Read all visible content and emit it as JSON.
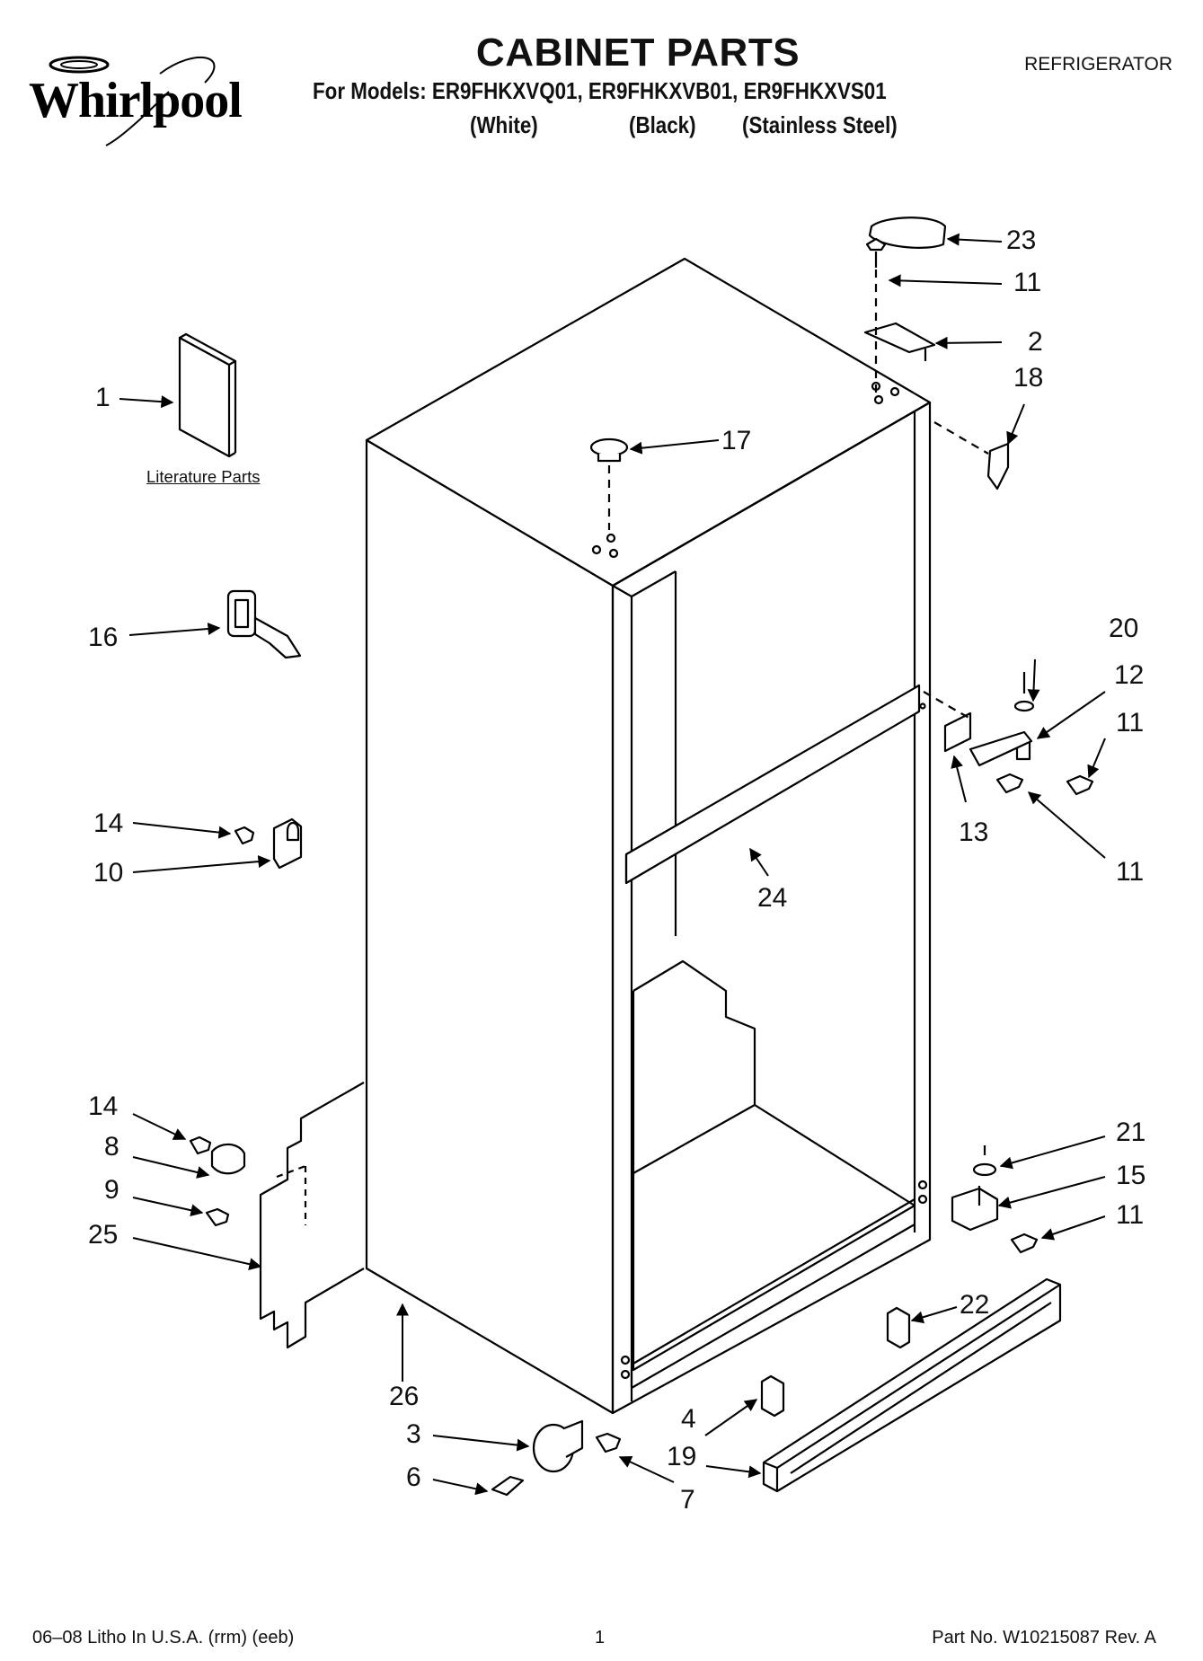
{
  "header": {
    "brand": "Whirlpool",
    "title": "CABINET PARTS",
    "category": "REFRIGERATOR",
    "models_line": "For Models: ER9FHKXVQ01, ER9FHKXVB01, ER9FHKXVS01",
    "variants": [
      "(White)",
      "(Black)",
      "(Stainless Steel)"
    ]
  },
  "literature_label": "Literature Parts",
  "callouts": [
    {
      "id": "c1",
      "label": "1"
    },
    {
      "id": "c2",
      "label": "2"
    },
    {
      "id": "c3",
      "label": "3"
    },
    {
      "id": "c4",
      "label": "4"
    },
    {
      "id": "c6",
      "label": "6"
    },
    {
      "id": "c7",
      "label": "7"
    },
    {
      "id": "c8",
      "label": "8"
    },
    {
      "id": "c9",
      "label": "9"
    },
    {
      "id": "c10",
      "label": "10"
    },
    {
      "id": "c11a",
      "label": "11"
    },
    {
      "id": "c11b",
      "label": "11"
    },
    {
      "id": "c11c",
      "label": "11"
    },
    {
      "id": "c11d",
      "label": "11"
    },
    {
      "id": "c12",
      "label": "12"
    },
    {
      "id": "c13",
      "label": "13"
    },
    {
      "id": "c14a",
      "label": "14"
    },
    {
      "id": "c14b",
      "label": "14"
    },
    {
      "id": "c15",
      "label": "15"
    },
    {
      "id": "c16",
      "label": "16"
    },
    {
      "id": "c17",
      "label": "17"
    },
    {
      "id": "c18",
      "label": "18"
    },
    {
      "id": "c19",
      "label": "19"
    },
    {
      "id": "c20",
      "label": "20"
    },
    {
      "id": "c21",
      "label": "21"
    },
    {
      "id": "c22",
      "label": "22"
    },
    {
      "id": "c23",
      "label": "23"
    },
    {
      "id": "c24",
      "label": "24"
    },
    {
      "id": "c25",
      "label": "25"
    },
    {
      "id": "c26",
      "label": "26"
    }
  ],
  "footer": {
    "left": "06–08 Litho In U.S.A. (rrm) (eeb)",
    "page": "1",
    "right": "Part No. W10215087 Rev. A"
  }
}
